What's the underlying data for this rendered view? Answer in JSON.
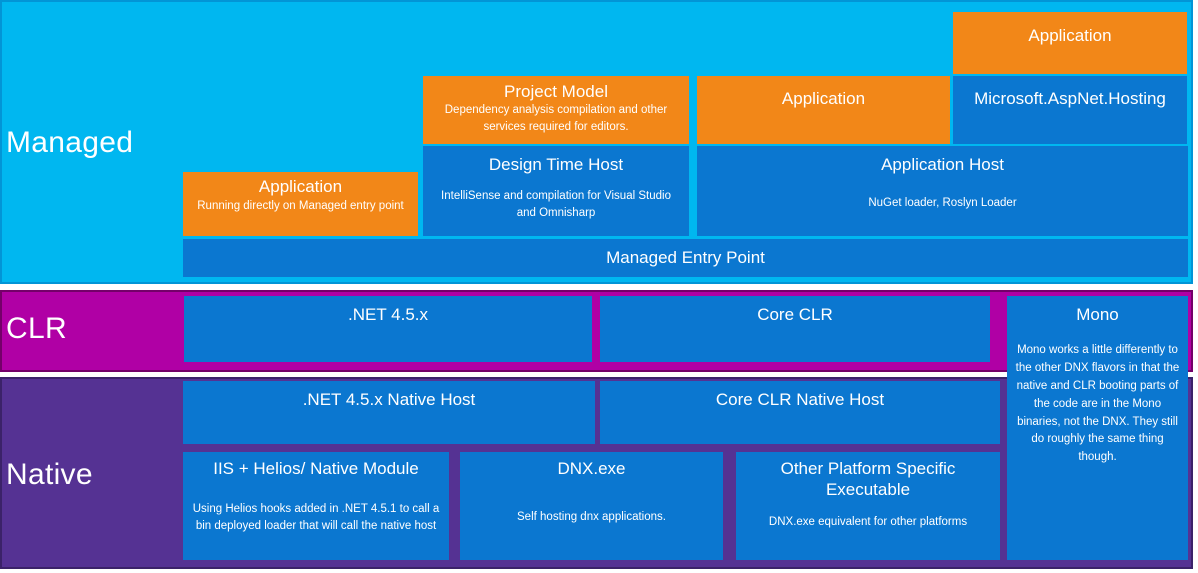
{
  "sections": {
    "managed": {
      "label": "Managed"
    },
    "clr": {
      "label": "CLR"
    },
    "native": {
      "label": "Native"
    }
  },
  "boxes": {
    "application_top": {
      "title": "Application"
    },
    "project_model": {
      "title": "Project Model",
      "body": "Dependency analysis compilation and other services required for editors."
    },
    "application_mid": {
      "title": "Application"
    },
    "aspnet_hosting": {
      "title": "Microsoft.AspNet.Hosting"
    },
    "design_time_host": {
      "title": "Design Time Host",
      "body": "IntelliSense and compilation for Visual Studio and Omnisharp"
    },
    "application_host": {
      "title": "Application Host",
      "body": "NuGet loader, Roslyn Loader"
    },
    "application_left": {
      "title": "Application",
      "body": "Running directly on Managed entry point"
    },
    "managed_entry_point": {
      "title": "Managed Entry Point"
    },
    "net_45x": {
      "title": ".NET 4.5.x"
    },
    "core_clr": {
      "title": "Core CLR"
    },
    "mono": {
      "title": "Mono",
      "body": "Mono works a little differently to the other DNX flavors in that the native and CLR booting parts of the code are in the Mono binaries, not the DNX. They still do roughly the same thing though."
    },
    "net_45x_native_host": {
      "title": ".NET 4.5.x Native Host"
    },
    "core_clr_native_host": {
      "title": "Core CLR Native Host"
    },
    "iis_helios": {
      "title": "IIS + Helios/ Native Module",
      "body": "Using Helios hooks added in .NET 4.5.1 to call a bin deployed loader that will call the native host"
    },
    "dnx_exe": {
      "title": "DNX.exe",
      "body": "Self hosting dnx applications."
    },
    "other_platform": {
      "title": "Other Platform Specific Executable",
      "body": "DNX.exe equivalent for other platforms"
    }
  },
  "colors": {
    "managed_band": "#00b7f0",
    "managed_border": "#0295d6",
    "clr_band": "#b000a5",
    "native_band": "#553293",
    "component_blue": "#0b77d0",
    "application_orange": "#f28718",
    "text": "#ffffff"
  }
}
